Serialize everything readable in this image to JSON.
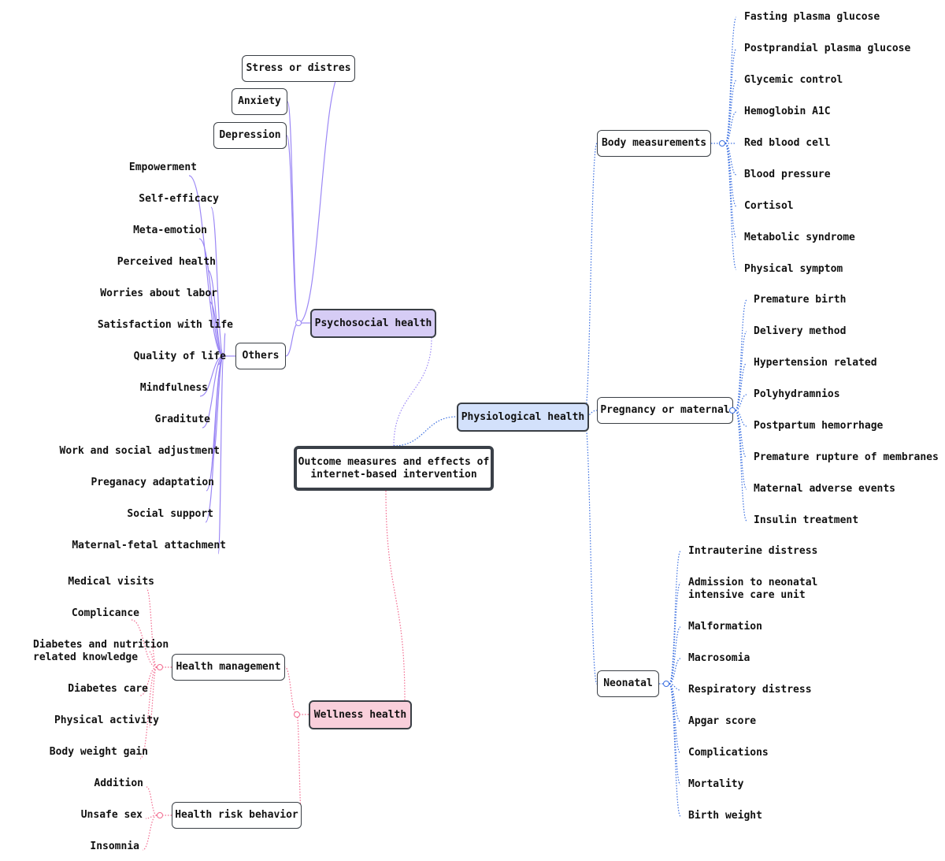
{
  "root": {
    "label": "Outcome measures and effects of\ninternet-based intervention"
  },
  "colors": {
    "psy": "#9b87f5",
    "phy": "#3b6fe0",
    "well": "#f26b8f",
    "border": "#3a3f45"
  },
  "psychosocial": {
    "label": "Psychosocial health",
    "children": [
      {
        "label": "Stress or distres"
      },
      {
        "label": "Anxiety"
      },
      {
        "label": "Depression"
      },
      {
        "label": "Others"
      }
    ],
    "others_leaves": [
      "Empowerment",
      "Self-efficacy",
      "Meta-emotion",
      "Perceived health",
      "Worries about labor",
      "Satisfaction with life",
      "Quality of life",
      "Mindfulness",
      "Graditute",
      "Work and social adjustment",
      "Preganacy adaptation",
      "Social support",
      "Maternal-fetal attachment"
    ]
  },
  "physiological": {
    "label": "Physiological health",
    "body": {
      "label": "Body measurements",
      "leaves": [
        "Fasting plasma glucose",
        "Postprandial plasma glucose",
        "Glycemic control",
        "Hemoglobin A1C",
        "Red blood cell",
        "Blood pressure",
        "Cortisol",
        "Metabolic syndrome",
        "Physical symptom"
      ]
    },
    "pregnancy": {
      "label": "Pregnancy or maternal",
      "leaves": [
        "Premature birth",
        "Delivery method",
        "Hypertension related",
        "Polyhydramnios",
        "Postpartum hemorrhage",
        "Premature rupture of membranes",
        "Maternal adverse events",
        "Insulin treatment"
      ]
    },
    "neonatal": {
      "label": "Neonatal",
      "leaves": [
        "Intrauterine distress",
        "Admission to neonatal\nintensive care unit",
        "Malformation",
        "Macrosomia",
        "Respiratory distress",
        "Apgar score",
        "Complications",
        "Mortality",
        "Birth weight"
      ]
    }
  },
  "wellness": {
    "label": "Wellness health",
    "management": {
      "label": "Health management",
      "leaves": [
        "Medical visits",
        "Complicance",
        "Diabetes and nutrition\nrelated knowledge",
        "Diabetes care",
        "Physical activity",
        "Body weight gain"
      ]
    },
    "risk": {
      "label": "Health risk behavior",
      "leaves": [
        "Addition",
        "Unsafe sex",
        "Insomnia"
      ]
    }
  }
}
